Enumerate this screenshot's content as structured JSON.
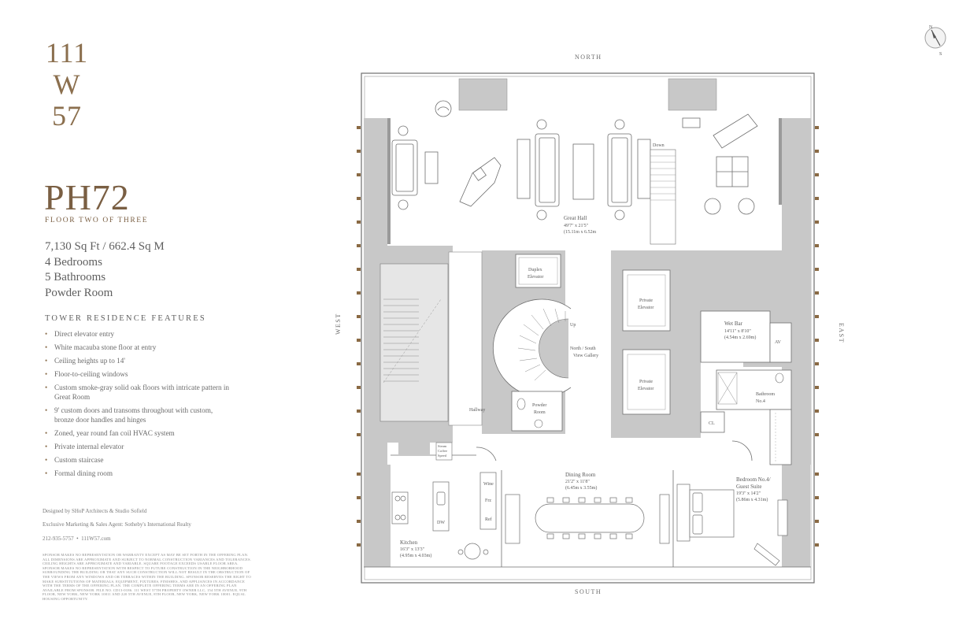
{
  "brand": {
    "line1": "111",
    "line2": "W",
    "line3": "57"
  },
  "unit": {
    "name": "PH72",
    "floor": "FLOOR TWO OF THREE",
    "area": "7,130 Sq Ft / 662.4 Sq M",
    "bedrooms": "4 Bedrooms",
    "bathrooms": "5 Bathrooms",
    "powder": "Powder Room"
  },
  "features": {
    "title": "TOWER RESIDENCE FEATURES",
    "items": [
      "Direct elevator entry",
      "White macauba stone floor at entry",
      "Ceiling heights up to 14'",
      "Floor-to-ceiling windows",
      "Custom smoke-gray solid oak floors with intricate pattern in Great Room",
      "9' custom doors and transoms throughout with custom, bronze door handles and hinges",
      "Zoned, year round fan coil HVAC system",
      "Private internal elevator",
      "Custom staircase",
      "Formal dining room"
    ]
  },
  "credits": {
    "designed": "Designed by SHoP Architects & Studio Sofield",
    "marketing": "Exclusive Marketing & Sales Agent: Sotheby's International Realty",
    "phone": "212-935-5757",
    "web": "111W57.com"
  },
  "legal": "Sponsor makes no representation or warranty except as may be set forth in the offering plan. All dimensions are approximate and subject to normal construction variances and tolerances. Ceiling heights are approximate and variable. Square footage exceeds usable floor area. Sponsor makes no representation with respect to future construction in the neighborhood surrounding the building or that any such construction will not result in the obstruction of the views from any windows and or terraces within the building. Sponsor reserves the right to make substitutions of materials, equipment, fixtures, finishes, and appliances in accordance with the terms of the offering plan. The complete offering terms are in an offering plan available from sponsor. File No. CD13-0186. 111 West 57th Property Owner LLC, 154 5th Avenue, 9th Floor, New York, New York 10011 and 220 5th Avenue, 8th Floor, New York, New York 10001. Equal housing opportunity.",
  "compass": {
    "n": "N",
    "s": "S"
  },
  "plan": {
    "north": "NORTH",
    "south": "SOUTH",
    "east": "EAST",
    "west": "WEST",
    "great_hall": {
      "name": "Great Hall",
      "dim1": "49'7\" x 21'5\"",
      "dim2": "(15.11m x 6.52m"
    },
    "down": "Down",
    "up": "Up",
    "duplex_elevator_1": "Duplex",
    "duplex_elevator_2": "Elevator",
    "gallery_1": "North / South",
    "gallery_2": "View Gallery",
    "private_elevator_1": "Private",
    "private_elevator_2": "Elevator",
    "wet_bar": {
      "name": "Wet Bar",
      "dim1": "14'11\" x 8'10\"",
      "dim2": "(4.54m x 2.69m)"
    },
    "av": "AV",
    "bathroom4_1": "Bathroom",
    "bathroom4_2": "No.4",
    "cl": "CL",
    "powder_1": "Powder",
    "powder_2": "Room",
    "hallway": "Hallway",
    "steam_1": "Steam",
    "steam_2": "Coffee",
    "steam_3": "Speed",
    "wine": "Wine",
    "frz": "Frz",
    "ref": "Ref",
    "dw": "DW",
    "dining": {
      "name": "Dining Room",
      "dim1": "21'2\" x 11'8\"",
      "dim2": "(6.45m x 3.55m)"
    },
    "bedroom4": {
      "name": "Bedroom No.4/",
      "name2": "Guest Suite",
      "dim1": "19'3\" x 14'2\"",
      "dim2": "(5.86m x 4.31m)"
    },
    "kitchen": {
      "name": "Kitchen",
      "dim1": "16'3\" x 13'3\"",
      "dim2": "(4.95m x 4.03m)"
    }
  },
  "colors": {
    "wall": "#c8c8c8",
    "line": "#6f6f6f",
    "brand": "#8b6f4e",
    "bronze": "#8a6a44"
  }
}
